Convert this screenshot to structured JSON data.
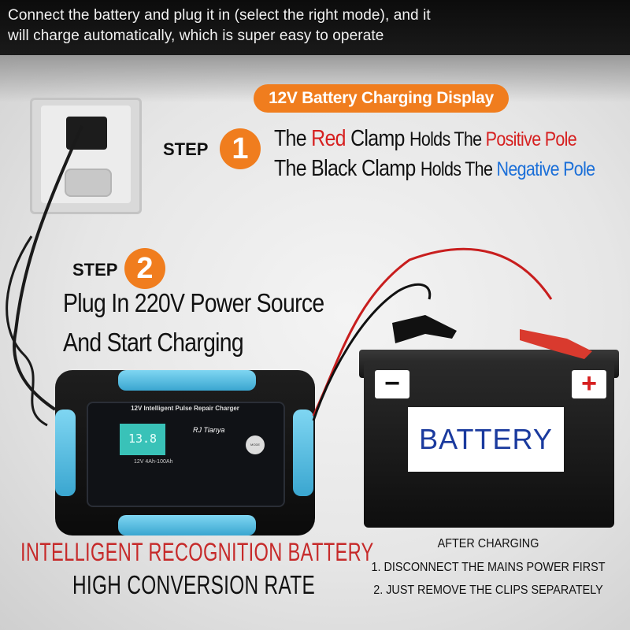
{
  "banner": {
    "line1": "Connect the battery and plug it in (select the right mode), and it",
    "line2": "will charge automatically, which is super easy to operate"
  },
  "display_label": "12V Battery Charging Display",
  "step1": {
    "word": "STEP",
    "number": "1",
    "line1": {
      "a": "The ",
      "b": "Red",
      "c": " Clamp ",
      "d": "Holds The ",
      "e": "Positive Pole"
    },
    "line2": {
      "a": "The Black Clamp ",
      "b": "Holds The ",
      "c": "Negative Pole"
    }
  },
  "step2": {
    "word": "STEP",
    "number": "2",
    "line1": "Plug In 220V Power Source",
    "line2": "And Start Charging"
  },
  "charger": {
    "title": "12V Intelligent Pulse Repair Charger",
    "lcd": "13.8",
    "brand": "RJ Tianya",
    "mode": "MODE",
    "spec": "12V 4Ah-100Ah"
  },
  "battery": {
    "label": "BATTERY",
    "minus": "−",
    "plus": "+"
  },
  "bottom_left": {
    "line1": "INTELLIGENT RECOGNITION BATTERY",
    "line2": "HIGH CONVERSION RATE"
  },
  "after_charging": {
    "heading": "AFTER CHARGING",
    "item1": "1. DISCONNECT THE MAINS POWER FIRST",
    "item2": "2. JUST REMOVE THE CLIPS SEPARATELY"
  },
  "colors": {
    "accent_orange": "#f07d1e",
    "red_text": "#d62020",
    "blue_text": "#1b6fd8",
    "charger_blue": "#5ec3e6"
  }
}
